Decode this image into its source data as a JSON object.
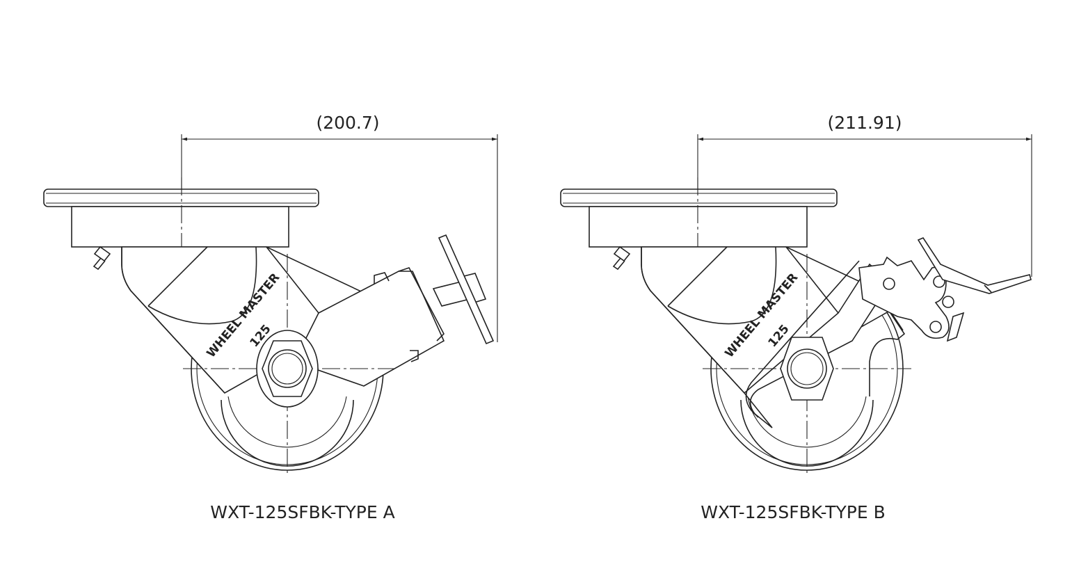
{
  "drawings": [
    {
      "label": "WXT-125SFBK-TYPE A",
      "dimension": "(200.7)",
      "brand": "WHEEL MASTER",
      "size": "125"
    },
    {
      "label": "WXT-125SFBK-TYPE B",
      "dimension": "(211.91)",
      "brand": "WHEEL MASTER",
      "size": "125"
    }
  ]
}
